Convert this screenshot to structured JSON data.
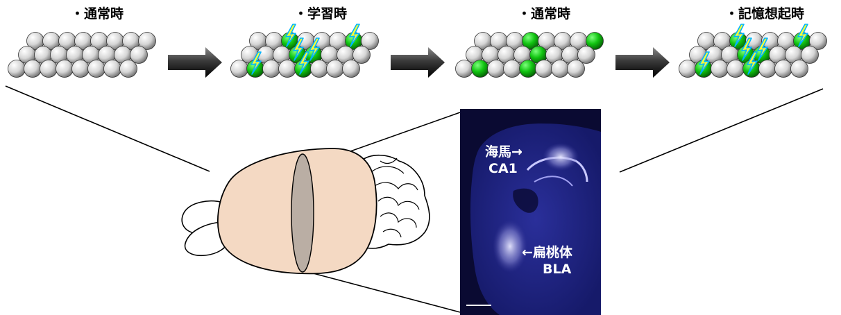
{
  "stages": [
    {
      "label": "・通常時",
      "state": "resting"
    },
    {
      "label": "・学習時",
      "state": "learning"
    },
    {
      "label": "・通常時",
      "state": "tagged"
    },
    {
      "label": "・記憶想起時",
      "state": "recall"
    }
  ],
  "colors": {
    "neuron_rest": "#d8d8d8",
    "neuron_active": "#00c000",
    "spark_fill": "#ffff33",
    "spark_outline": "#00b4ff",
    "brain": "#f4d9c3",
    "slice_bg": "#0a0a3a"
  },
  "micrograph": {
    "hippocampus_label": "海馬→",
    "ca1_label": "CA1",
    "amygdala_label": "←扁桃体",
    "bla_label": "BLA"
  }
}
